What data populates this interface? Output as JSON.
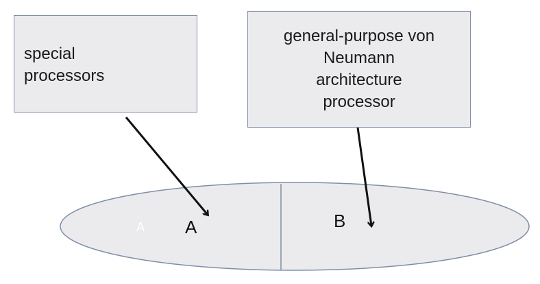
{
  "diagram": {
    "left_box": {
      "lines": [
        "special",
        "processors"
      ]
    },
    "right_box": {
      "lines": [
        "general-purpose von",
        "Neumann",
        "architecture",
        "processor"
      ]
    },
    "ellipse": {
      "fill_color": "#ebebee",
      "stroke_color": "#7f8ea7",
      "ghost_label": "A",
      "label_a": "A",
      "label_b": "B"
    },
    "colors": {
      "box_fill": "#ebebee",
      "box_border": "#7f8ea7",
      "arrow": "#111111"
    }
  }
}
